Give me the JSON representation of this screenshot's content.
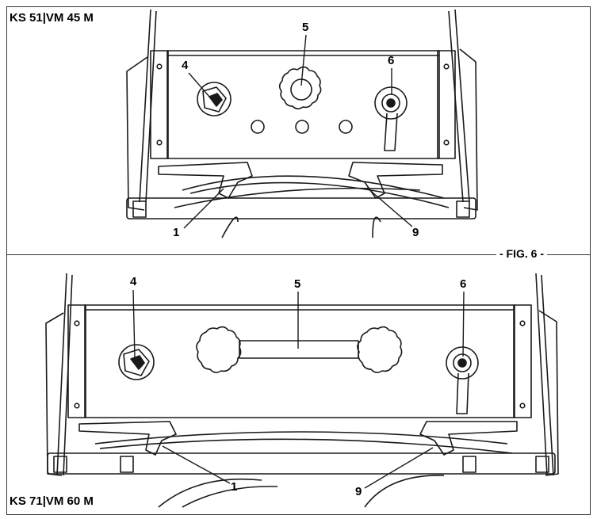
{
  "top_panel": {
    "title": "KS 51|VM 45 M",
    "callouts": {
      "c1": "1",
      "c4": "4",
      "c5": "5",
      "c6": "6",
      "c9": "9"
    }
  },
  "bottom_panel": {
    "title": "KS 71|VM 60 M",
    "callouts": {
      "c1": "1",
      "c4": "4",
      "c5": "5",
      "c6": "6",
      "c9": "9"
    }
  },
  "figure_label": "- FIG. 6 -",
  "colors": {
    "line": "#1a1a1a",
    "frame": "#333333",
    "background": "#ffffff"
  }
}
